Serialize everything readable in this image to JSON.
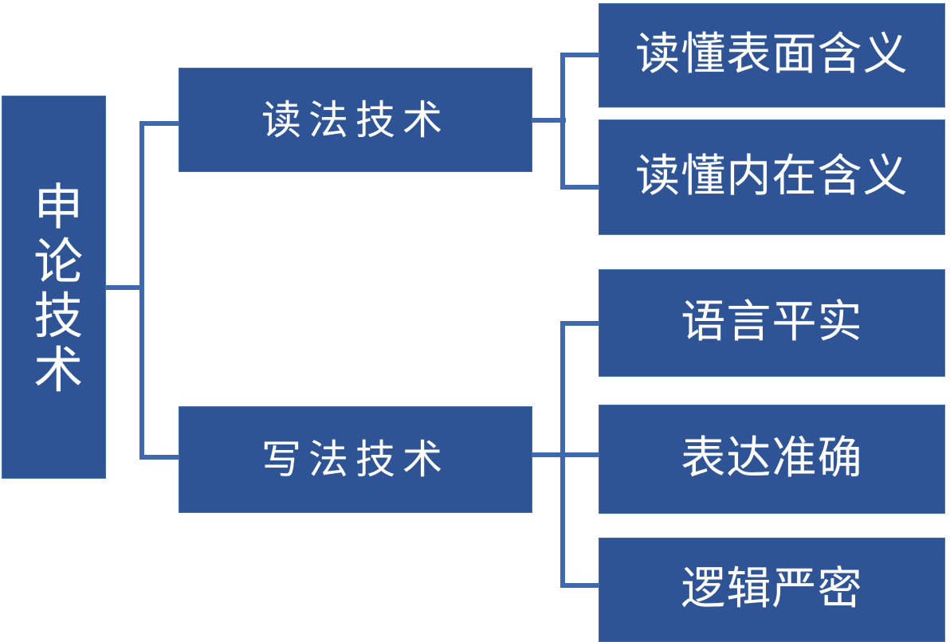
{
  "diagram": {
    "type": "hierarchy-tree",
    "title": "申论技术",
    "orientation": "left-to-right",
    "colors": {
      "node_fill": "#2F5496",
      "node_border": "#4472A8",
      "node_text": "#FFFFFF",
      "connector": "#3F68AE",
      "background": "#FFFFFF"
    },
    "root": {
      "label": "申论技术",
      "text_direction": "vertical"
    },
    "branches": [
      {
        "label": "读法技术",
        "children": [
          {
            "label": "读懂表面含义"
          },
          {
            "label": "读懂内在含义"
          }
        ]
      },
      {
        "label": "写法技术",
        "children": [
          {
            "label": "语言平实"
          },
          {
            "label": "表达准确"
          },
          {
            "label": "逻辑严密"
          }
        ]
      }
    ]
  }
}
